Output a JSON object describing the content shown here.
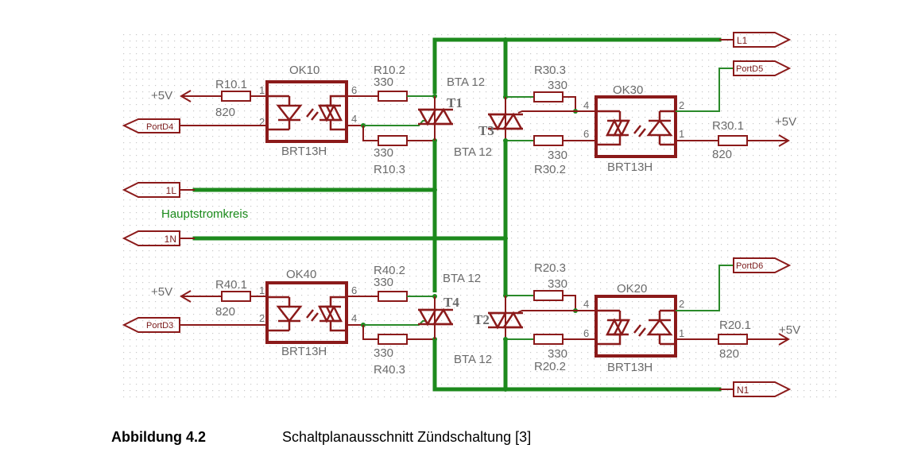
{
  "figure": {
    "caption_number": "Abbildung 4.2",
    "caption_text": "Schaltplanausschnitt Zündschaltung [3]"
  },
  "colors": {
    "signal_wire": "#8b1a1a",
    "power_net": "#1d8a1d",
    "label_text": "#6b6b6b",
    "net_label": "#1a8a1a"
  },
  "net_label": "Hauptstromkreis",
  "ports": {
    "l1": "L1",
    "n1": "N1",
    "in_1l": "1L",
    "in_1n": "1N",
    "portd4": "PortD4",
    "portd3": "PortD3",
    "portd5": "PortD5",
    "portd6": "PortD6"
  },
  "supply": "+5V",
  "optocouplers": [
    {
      "id": "OK10",
      "type": "BRT13H",
      "pins": [
        "1",
        "2",
        "6",
        "4"
      ]
    },
    {
      "id": "OK40",
      "type": "BRT13H",
      "pins": [
        "1",
        "2",
        "6",
        "4"
      ]
    },
    {
      "id": "OK30",
      "type": "BRT13H",
      "pins": [
        "4",
        "6",
        "2",
        "1"
      ]
    },
    {
      "id": "OK20",
      "type": "BRT13H",
      "pins": [
        "4",
        "6",
        "2",
        "1"
      ]
    }
  ],
  "triacs": [
    {
      "id": "T1",
      "type": "BTA 12"
    },
    {
      "id": "T3",
      "type": "BTA 12"
    },
    {
      "id": "T4",
      "type": "BTA 12"
    },
    {
      "id": "T2",
      "type": "BTA 12"
    }
  ],
  "resistors": [
    {
      "id": "R10.1",
      "value": "820"
    },
    {
      "id": "R10.2",
      "value": "330"
    },
    {
      "id": "R10.3",
      "value": "330"
    },
    {
      "id": "R30.1",
      "value": "820"
    },
    {
      "id": "R30.2",
      "value": "330"
    },
    {
      "id": "R30.3",
      "value": "330"
    },
    {
      "id": "R40.1",
      "value": "820"
    },
    {
      "id": "R40.2",
      "value": "330"
    },
    {
      "id": "R40.3",
      "value": "330"
    },
    {
      "id": "R20.1",
      "value": "820"
    },
    {
      "id": "R20.2",
      "value": "330"
    },
    {
      "id": "R20.3",
      "value": "330"
    }
  ]
}
